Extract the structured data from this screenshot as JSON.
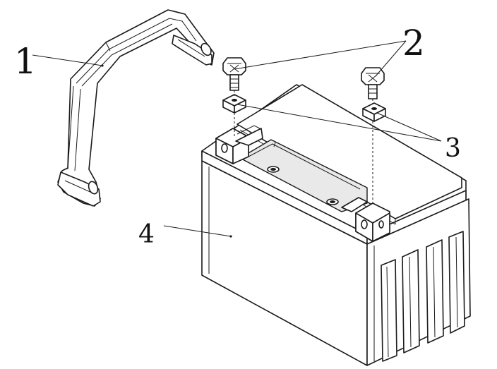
{
  "callouts": {
    "strap": "1",
    "bolts": "2",
    "nuts": "3",
    "battery": "4"
  },
  "colors": {
    "line": "#1a1a1a",
    "background": "#ffffff"
  }
}
